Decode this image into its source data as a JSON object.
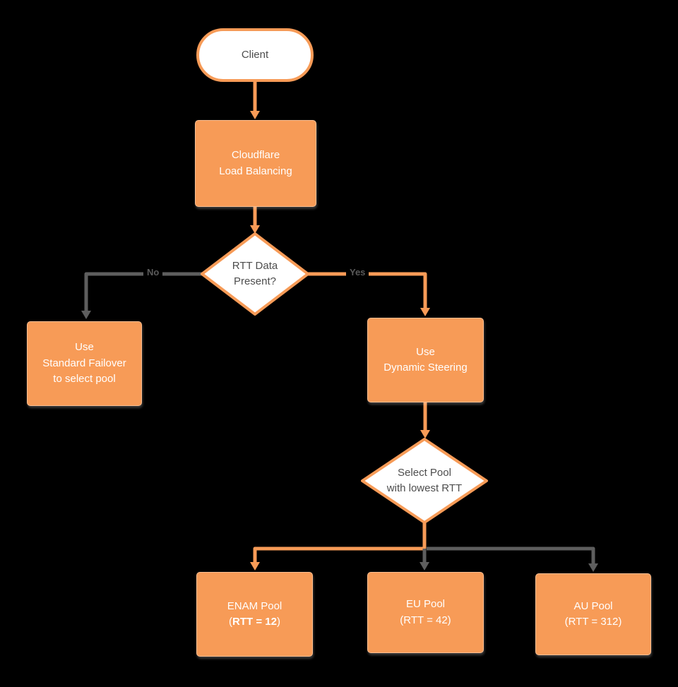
{
  "colors": {
    "background": "#000000",
    "orange": "#f79b57",
    "line_gray": "#5e5e5e",
    "text_dark": "#4d4d4d",
    "node_text": "#ffffff"
  },
  "nodes": {
    "client": {
      "label": "Client"
    },
    "load_balancing": {
      "line1": "Cloudflare",
      "line2": "Load Balancing"
    },
    "rtt_decision": {
      "line1": "RTT Data",
      "line2": "Present?"
    },
    "standard_failover": {
      "line1": "Use",
      "line2": "Standard Failover",
      "line3": "to select pool"
    },
    "dynamic_steering": {
      "line1": "Use",
      "line2": "Dynamic Steering"
    },
    "select_pool": {
      "line1": "Select Pool",
      "line2": "with lowest RTT"
    },
    "enam_pool": {
      "line1": "ENAM Pool",
      "rtt_open": "(",
      "rtt_bold": "RTT = 12",
      "rtt_close": ")"
    },
    "eu_pool": {
      "line1": "EU Pool",
      "line2": "(RTT = 42)"
    },
    "au_pool": {
      "line1": "AU Pool",
      "line2": "(RTT = 312)"
    }
  },
  "edge_labels": {
    "no": "No",
    "yes": "Yes"
  }
}
